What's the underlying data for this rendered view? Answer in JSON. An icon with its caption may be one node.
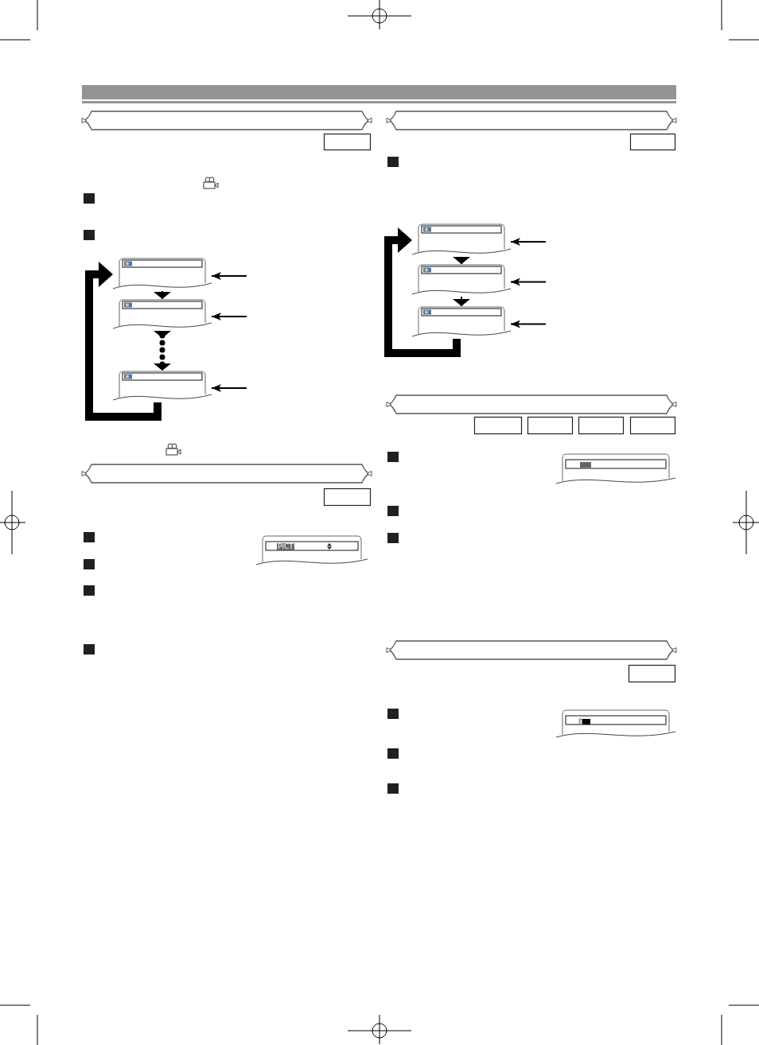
{
  "diagram": {
    "nodes": [
      {
        "text": [],
        "shape": "box"
      },
      {
        "text": [],
        "shape": "box"
      },
      {
        "text": [],
        "shape": "box"
      },
      {
        "text": [],
        "shape": "box"
      },
      {
        "text": [],
        "shape": "box"
      },
      {
        "text": [],
        "shape": "box"
      },
      {
        "text": [
          "PICT"
        ]
      },
      {
        "text": [],
        "shape": "box"
      },
      {
        "text": [],
        "shape": "box"
      }
    ],
    "edges": [
      {
        "from": 0,
        "to": 1,
        "arrow": "to"
      },
      {
        "from": 1,
        "to": 2,
        "arrow": "to",
        "style": "dashed"
      },
      {
        "from": 2,
        "to": 0,
        "arrow": "to",
        "style": "thick"
      },
      {
        "from": null,
        "to": 0,
        "arrow": "to"
      },
      {
        "from": null,
        "to": 1,
        "arrow": "to"
      },
      {
        "from": null,
        "to": 2,
        "arrow": "to"
      },
      {
        "from": 3,
        "to": 4,
        "arrow": "to"
      },
      {
        "from": 4,
        "to": 5,
        "arrow": "to"
      },
      {
        "from": 5,
        "to": 3,
        "arrow": "to",
        "style": "thick"
      },
      {
        "from": null,
        "to": 3,
        "arrow": "to"
      },
      {
        "from": null,
        "to": 4,
        "arrow": "to"
      },
      {
        "from": null,
        "to": 5,
        "arrow": "to"
      }
    ]
  }
}
